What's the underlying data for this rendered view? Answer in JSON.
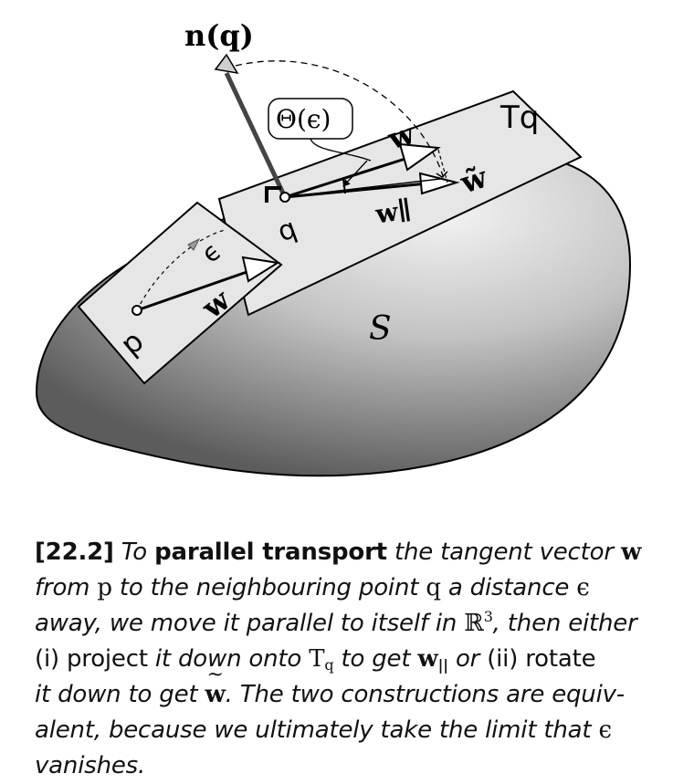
{
  "figure": {
    "labels": {
      "normal": "n(q)",
      "theta": "Θ(ϵ)",
      "tangent_plane": "Tq",
      "w_top": "w",
      "w_tilde": "w̃",
      "w_parallel": "w∥",
      "q": "q",
      "p": "p",
      "epsilon": "ϵ",
      "w_bottom": "w",
      "surface": "S"
    },
    "colors": {
      "plane_fill": "#e6e6e6",
      "plane_stroke": "#000000",
      "surface_light": "#f2f2f2",
      "surface_dark": "#6e6e6e"
    }
  },
  "caption": {
    "number": "[22.2]",
    "t1": "To",
    "t2": "parallel transport",
    "t3": "the tangent vector",
    "w": "w",
    "t4": "from",
    "p": "p",
    "t5": "to the neighbouring point",
    "q": "q",
    "t6": "a distance",
    "eps1": "ϵ",
    "t7": "away, we move it parallel to itself in",
    "R": "ℝ",
    "R_exp": "3",
    "t8": ", then either",
    "opt1": "(i) project",
    "t9": "it down onto",
    "T": "T",
    "T_sub": "q",
    "t10": "to get",
    "wpar": "w",
    "wpar_sub": "||",
    "t11": "or",
    "opt2": "(ii) rotate",
    "t12": "it down to get",
    "wtil": "w",
    "t13": ". The two constructions are equiv-alent, because we ultimately take the limit that",
    "eps2": "ϵ",
    "t14": "vanishes."
  }
}
